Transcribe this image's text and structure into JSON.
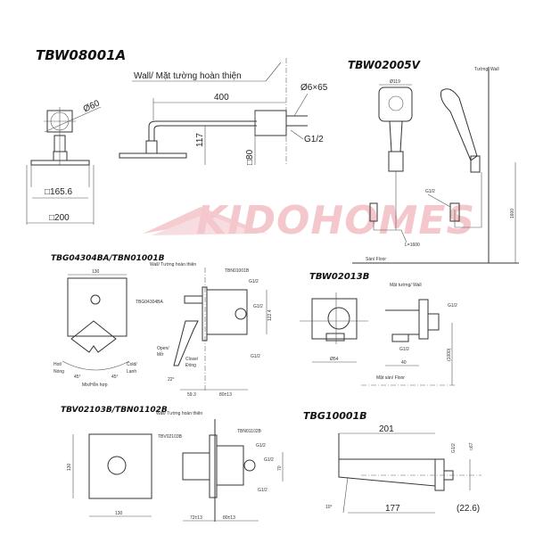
{
  "watermark": {
    "brand": "KIDOHOMES",
    "color": "#f0b8be"
  },
  "tbw08001a": {
    "title": "TBW08001A",
    "wall": "Wall/ Mặt tường hoàn thiện",
    "dia60": "Ø60",
    "len400": "400",
    "h117": "117",
    "sq80": "□80",
    "pin": "Ø6×65",
    "thread": "G1/2",
    "sq165": "□165.6",
    "sq200": "□200"
  },
  "tbw02005v": {
    "title": "TBW02005V",
    "dia": "Ø119",
    "hose": "L=1600",
    "floor": "Sàn/ Floor",
    "wall": "Tường/ Wall",
    "thread": "G1/2",
    "height": "1600"
  },
  "tbg04304ba": {
    "title": "TBG04304BA/TBN01001B",
    "w130": "130",
    "part_a": "TBG04304BA",
    "part_b": "TBN01001B",
    "wall": "Wall/ Tường hoàn thiện",
    "g1": "G1/2",
    "g2": "G1/2",
    "g3": "G1/2",
    "h122": "122.4",
    "open": "Open/",
    "open_vi": "Mở",
    "close": "Close/",
    "close_vi": "Đóng",
    "deg22": "22°",
    "hot": "Hot/",
    "hot_vi": "Nóng",
    "cold": "Cold/",
    "cold_vi": "Lạnh",
    "deg45a": "45°",
    "deg45b": "45°",
    "mix": "Mix/Hỗn hợp",
    "d59": "59.3",
    "d80": "80±13"
  },
  "tbw02013b": {
    "title": "TBW02013B",
    "wall": "Mặt tường/ Wall",
    "thread1": "G1/2",
    "thread2": "G1/2",
    "dia": "Ø54",
    "d40": "40",
    "height": "(1000)",
    "floor": "Mặt sàn/ Floor"
  },
  "tbv02103b": {
    "title": "TBV02103B/TBN01102B",
    "wall": "Wall/ Tường hoàn thiện",
    "part_a": "TBV02103B",
    "part_b": "TBN01102B",
    "h130": "130",
    "w130": "130",
    "g1": "G1/2",
    "g2": "G1/2",
    "g3": "G1/2",
    "h70": "70",
    "d72": "72±13",
    "d80": "80±13"
  },
  "tbg10001b": {
    "title": "TBG10001B",
    "len201": "201",
    "thread": "G1/2",
    "sq67": "□67",
    "deg10": "10°",
    "len177": "177",
    "d226": "(22.6)"
  }
}
